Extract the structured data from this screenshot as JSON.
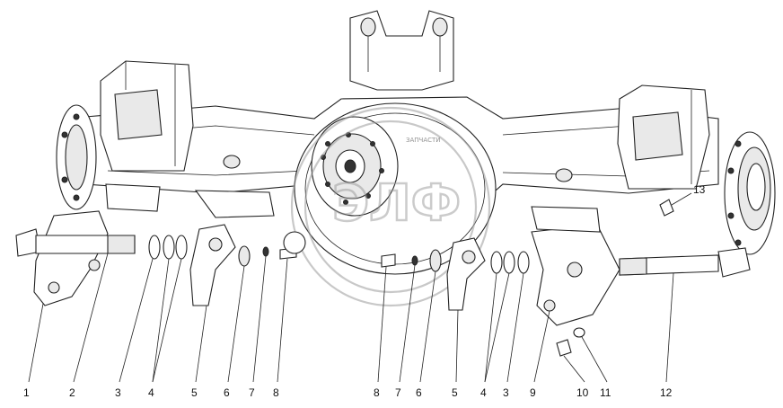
{
  "watermark": {
    "text": "ЭЛФ",
    "subtext": "ЗАПЧАСТИ"
  },
  "callouts": [
    {
      "id": "c1",
      "text": "1"
    },
    {
      "id": "c2",
      "text": "2"
    },
    {
      "id": "c3",
      "text": "3"
    },
    {
      "id": "c4",
      "text": "4"
    },
    {
      "id": "c5",
      "text": "5"
    },
    {
      "id": "c6",
      "text": "6"
    },
    {
      "id": "c7",
      "text": "7"
    },
    {
      "id": "c8",
      "text": "8"
    },
    {
      "id": "c8b",
      "text": "8"
    },
    {
      "id": "c7b",
      "text": "7"
    },
    {
      "id": "c6b",
      "text": "6"
    },
    {
      "id": "c5b",
      "text": "5"
    },
    {
      "id": "c4b",
      "text": "4"
    },
    {
      "id": "c3b",
      "text": "3"
    },
    {
      "id": "c9",
      "text": "9"
    },
    {
      "id": "c10",
      "text": "10"
    },
    {
      "id": "c11",
      "text": "11"
    },
    {
      "id": "c12",
      "text": "12"
    },
    {
      "id": "c13",
      "text": "13"
    }
  ]
}
